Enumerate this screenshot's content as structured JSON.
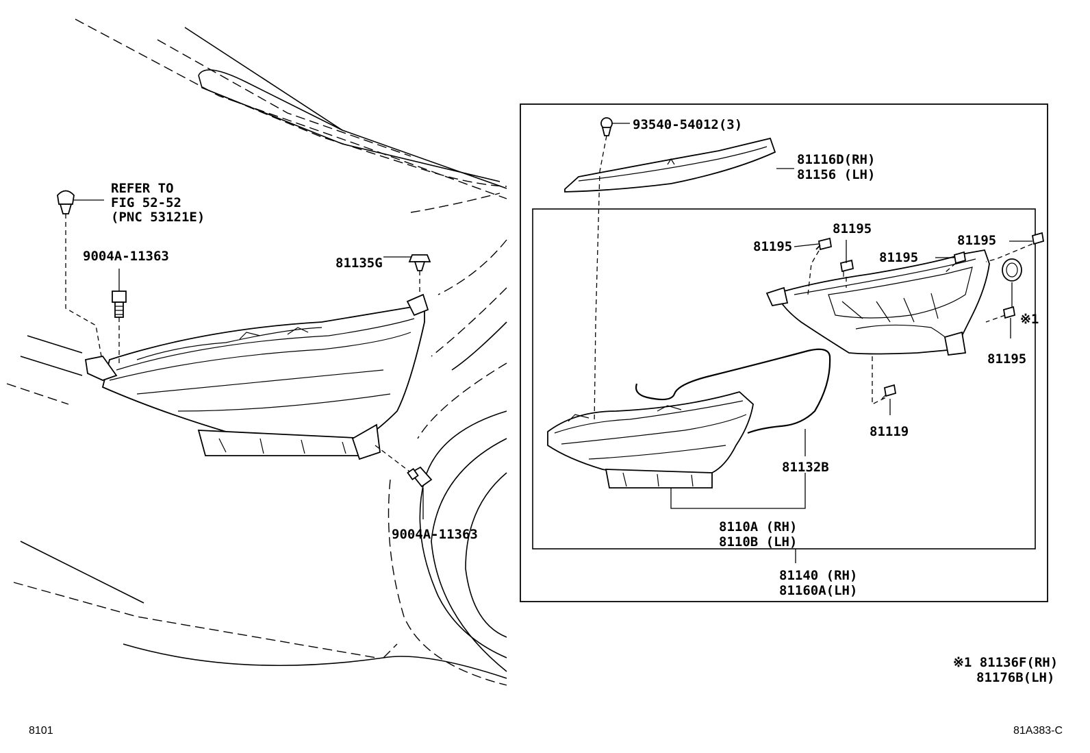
{
  "diagram": {
    "labels": {
      "refer_line1": "REFER TO",
      "refer_line2": "FIG 52-52",
      "refer_line3": "(PNC 53121E)",
      "bolt_top": "9004A-11363",
      "bolt_bottom": "9004A-11363",
      "grommet": "81135G",
      "screw_cover": "93540-54012(3)",
      "cover_rh": "81116D(RH)",
      "cover_lh": "81156  (LH)",
      "screw_a": "81195",
      "screw_b": "81195",
      "screw_c": "81195",
      "screw_d": "81195",
      "screw_e": "81195",
      "note_mark": "※1",
      "screw_f": "81119",
      "gasket": "81132B",
      "lens_rh": "8110A  (RH)",
      "lens_lh": "8110B  (LH)",
      "assy_rh": "81140  (RH)",
      "assy_lh": "81160A(LH)",
      "footnote_rh": "※1 81136F(RH)",
      "footnote_lh": "81176B(LH)"
    },
    "footer": {
      "page_code": "8101",
      "figure_code": "81A383-C"
    }
  }
}
